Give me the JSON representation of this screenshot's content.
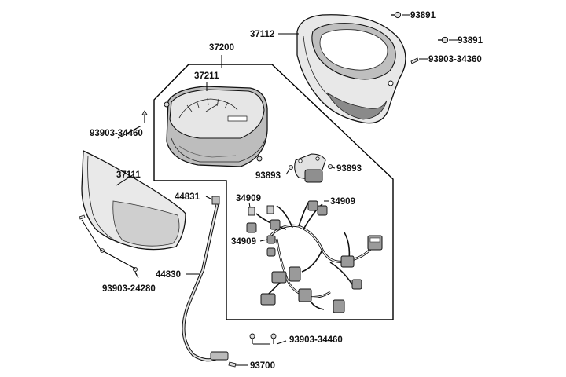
{
  "colors": {
    "line": "#000000",
    "part_fill": "#f2f2f2",
    "part_shade": "#c8c8c8",
    "dark_shade": "#8a8a8a",
    "background": "#ffffff"
  },
  "labels": {
    "p37200": "37200",
    "p37211": "37211",
    "p37112": "37112",
    "p93891_a": "93891",
    "p93891_b": "93891",
    "p93903_34360": "93903-34360",
    "p93903_34460_left": "93903-34460",
    "p37111": "37111",
    "p93893_a": "93893",
    "p93893_b": "93893",
    "p34909_a": "34909",
    "p34909_b": "34909",
    "p34909_c": "34909",
    "p44831": "44831",
    "p44830": "44830",
    "p93903_24280": "93903-24280",
    "p93903_34460_bottom": "93903-34460",
    "p93700": "93700"
  },
  "parts": [
    {
      "id": "37200",
      "name": "meter assembly group",
      "icon": "group-outline"
    },
    {
      "id": "37211",
      "name": "speedometer",
      "icon": "speedometer-icon"
    },
    {
      "id": "37112",
      "name": "meter cover rear",
      "icon": "rear-cover-icon"
    },
    {
      "id": "37111",
      "name": "meter lens cover",
      "icon": "lens-cover-icon"
    },
    {
      "id": "44830",
      "name": "speedometer cable",
      "icon": "cable-icon"
    },
    {
      "id": "34909",
      "name": "bulb socket",
      "icon": "bulb-socket-icon"
    }
  ]
}
